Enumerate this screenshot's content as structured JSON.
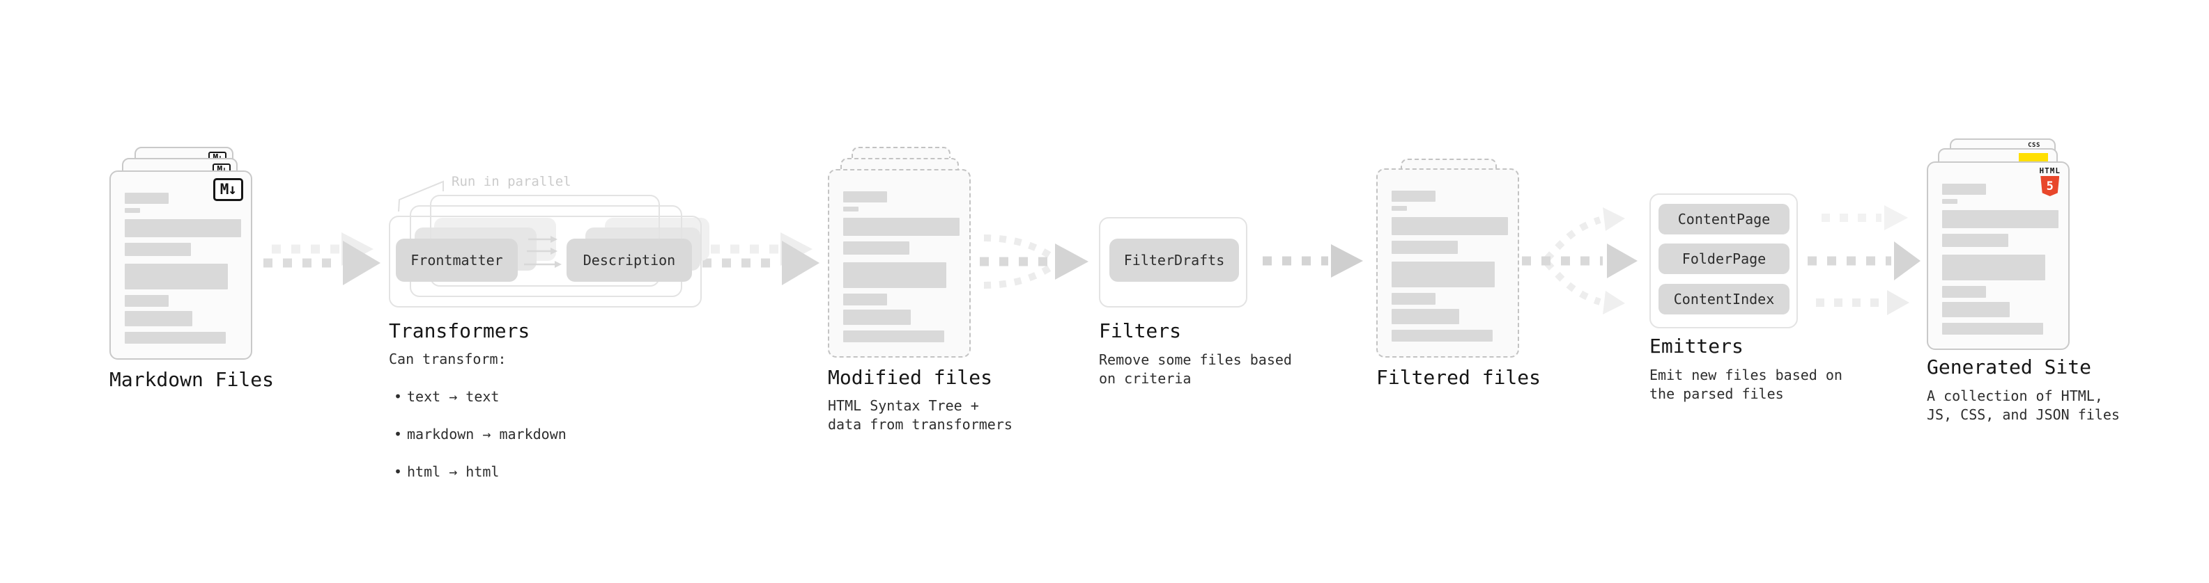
{
  "sections": {
    "markdown": {
      "title": "Markdown Files"
    },
    "transformers": {
      "title": "Transformers",
      "note": "Run in parallel",
      "pill_left": "Frontmatter",
      "pill_right": "Description",
      "desc_title": "Can transform:",
      "bullet_char": "•",
      "bullets": [
        "text → text",
        "markdown → markdown",
        "html → html"
      ]
    },
    "modified": {
      "title": "Modified files",
      "desc": "HTML Syntax Tree +\ndata from transformers"
    },
    "filters": {
      "title": "Filters",
      "pill": "FilterDrafts",
      "desc": "Remove some files based\non criteria"
    },
    "filtered": {
      "title": "Filtered files"
    },
    "emitters": {
      "title": "Emitters",
      "pills": [
        "ContentPage",
        "FolderPage",
        "ContentIndex"
      ],
      "desc": "Emit new files based on\nthe parsed files"
    },
    "generated": {
      "title": "Generated Site",
      "desc": "A collection of HTML,\nJS, CSS, and JSON files"
    }
  },
  "badges": {
    "markdown": "M↓",
    "html_label": "HTML",
    "html_number": "5",
    "css": "CSS"
  },
  "colors": {
    "bar_gray": "#d9d9d9",
    "card_border": "#c9c9c9",
    "pill_gray": "#d9d9d9",
    "arrow_gray": "#d7d7d7",
    "arrow_ghost": "#efefef",
    "html5_orange": "#e8472b",
    "js_yellow": "#ffdf00",
    "css_blue": "#2e6ee8",
    "note_gray": "#cbcbcb"
  },
  "doc_bars": [
    [
      63,
      16,
      0
    ],
    [
      22,
      7,
      6
    ],
    [
      167,
      26,
      9
    ],
    [
      95,
      19,
      8
    ],
    [
      148,
      37,
      11
    ],
    [
      63,
      17,
      8
    ],
    [
      97,
      22,
      6
    ],
    [
      145,
      17,
      8
    ]
  ]
}
